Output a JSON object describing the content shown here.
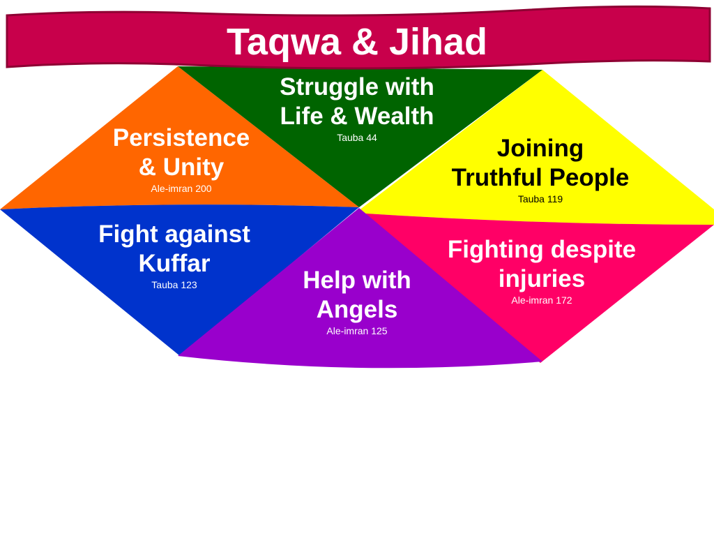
{
  "title": "Taqwa & Jihad",
  "colors": {
    "banner": "#c8004b",
    "banner_edge": "#8e0033",
    "green": "#006400",
    "orange": "#ff6600",
    "yellow": "#ffff00",
    "blue": "#0033cc",
    "purple": "#9900cc",
    "pink": "#ff0066"
  },
  "sections": [
    {
      "id": "struggle",
      "title_lines": [
        "Struggle with",
        "Life & Wealth"
      ],
      "reference": "Tauba 44"
    },
    {
      "id": "persistence",
      "title_lines": [
        "Persistence",
        "& Unity"
      ],
      "reference": "Ale-imran 200"
    },
    {
      "id": "joining",
      "title_lines": [
        "Joining",
        "Truthful People"
      ],
      "reference": "Tauba 119"
    },
    {
      "id": "fight",
      "title_lines": [
        "Fight against",
        "Kuffar"
      ],
      "reference": "Tauba 123"
    },
    {
      "id": "help",
      "title_lines": [
        "Help with",
        "Angels"
      ],
      "reference": "Ale-imran 125"
    },
    {
      "id": "fighting",
      "title_lines": [
        "Fighting despite",
        "injuries"
      ],
      "reference": "Ale-imran 172"
    }
  ]
}
